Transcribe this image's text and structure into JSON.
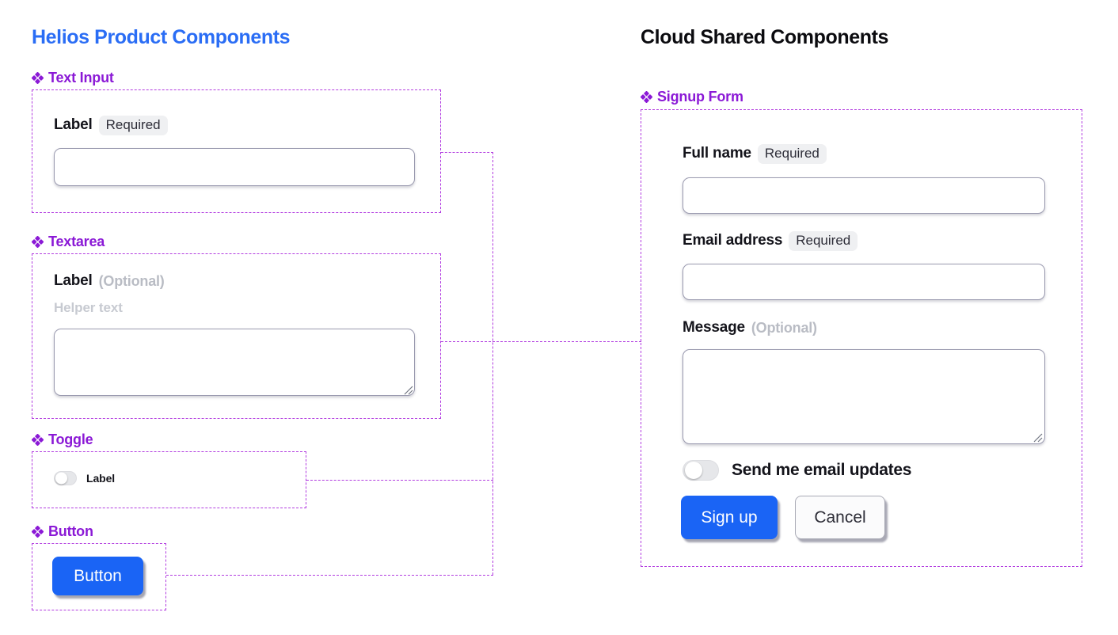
{
  "panels": {
    "left": {
      "title": "Helios Product Components",
      "title_color": "#2a6df5",
      "sections": [
        {
          "label": "Text Input",
          "icon": "component-diamond-icon",
          "field": {
            "label": "Label",
            "badge": "Required",
            "value": "",
            "placeholder": ""
          }
        },
        {
          "label": "Textarea",
          "icon": "component-diamond-icon",
          "field": {
            "label": "Label",
            "optional": "(Optional)",
            "helper": "Helper text",
            "value": "",
            "placeholder": ""
          }
        },
        {
          "label": "Toggle",
          "icon": "component-diamond-icon",
          "field": {
            "label": "Label",
            "state": "off"
          }
        },
        {
          "label": "Button",
          "icon": "component-diamond-icon",
          "field": {
            "label": "Button"
          }
        }
      ]
    },
    "right": {
      "title": "Cloud Shared Components",
      "title_color": "#0b0b0f",
      "section": {
        "label": "Signup Form",
        "icon": "component-diamond-icon"
      },
      "form": {
        "full_name": {
          "label": "Full name",
          "badge": "Required",
          "value": "",
          "placeholder": ""
        },
        "email": {
          "label": "Email address",
          "badge": "Required",
          "value": "",
          "placeholder": ""
        },
        "message": {
          "label": "Message",
          "optional": "(Optional)",
          "value": "",
          "placeholder": ""
        },
        "email_updates_toggle": {
          "label": "Send me email updates",
          "state": "off"
        },
        "submit_button": "Sign up",
        "cancel_button": "Cancel"
      }
    }
  },
  "colors": {
    "accent_blue": "#1a64f5",
    "title_blue": "#2a6df5",
    "component_purple": "#8b19d6",
    "frame_dashed": "#b23ce0",
    "badge_bg": "#eff0f2",
    "muted_text": "#b9bcc4",
    "background": "#ffffff"
  }
}
